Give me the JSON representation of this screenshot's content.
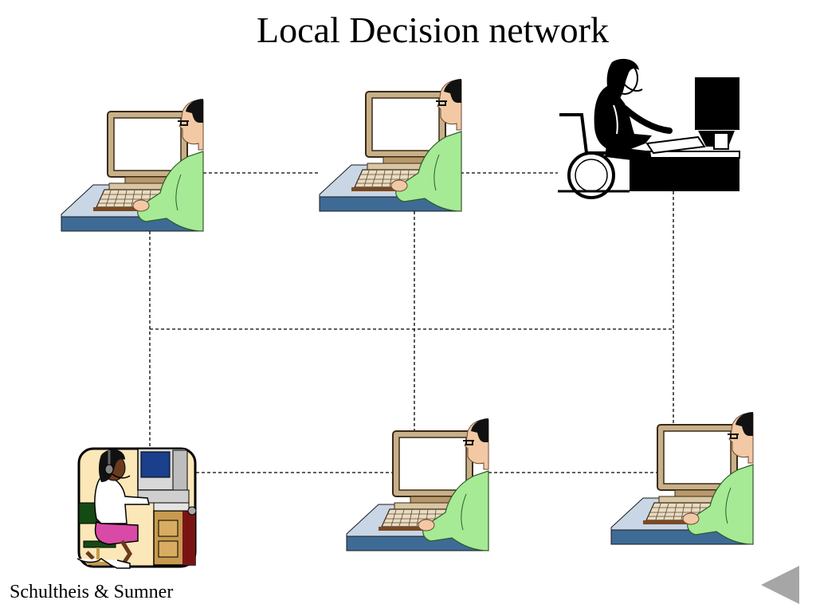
{
  "slide": {
    "title": "Local Decision network",
    "footer": "Schultheis & Sumner"
  },
  "nodes": [
    {
      "id": "n1",
      "kind": "man-workstation"
    },
    {
      "id": "n2",
      "kind": "man-workstation"
    },
    {
      "id": "n3",
      "kind": "woman-wheelchair-headset"
    },
    {
      "id": "n4",
      "kind": "woman-headset-desk"
    },
    {
      "id": "n5",
      "kind": "man-workstation"
    },
    {
      "id": "n6",
      "kind": "man-workstation"
    }
  ],
  "colors": {
    "line": "#000000",
    "monitor": "#c8b08a",
    "desk_top": "#c9d6e6",
    "desk_side": "#3e6b96",
    "shirt": "#a6ea95",
    "nav_arrow": "#a6a6a6"
  },
  "icons": {
    "nav_back": "left-triangle-icon"
  }
}
